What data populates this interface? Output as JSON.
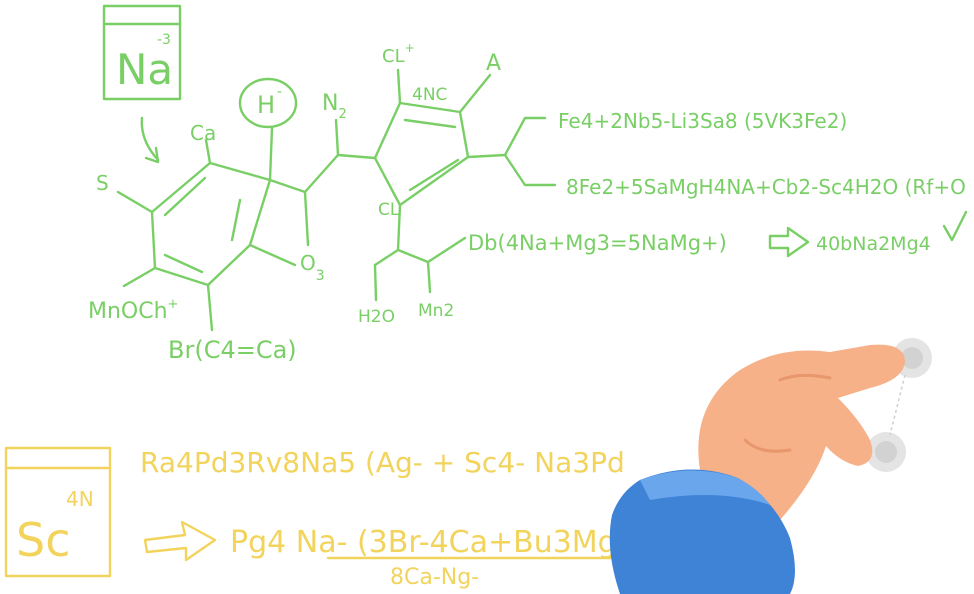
{
  "colors": {
    "green_ink": "#79cf66",
    "yellow_ink": "#f2d35c",
    "background": "#ffffff"
  },
  "green": {
    "box_na": "Na",
    "box_na_sup": "-3",
    "ca": "Ca",
    "s": "S",
    "h": "H",
    "h_sup": "-",
    "n2": "N",
    "n2_sub": "2",
    "cl_plus": "CL",
    "cl_plus_sup": "+",
    "anc": "4NC",
    "a": "A",
    "cl": "CL",
    "o3": "O",
    "o3_sub": "3",
    "h2o": "H2O",
    "mn2": "Mn2",
    "mnoch": "MnOCh",
    "mnoch_sup": "+",
    "br": "Br(C4=Ca)",
    "eq_fe": "Fe4+2Nb5-Li3Sa8 (5VK3Fe2)",
    "eq_8fe": "8Fe2+5SaMgH4NA+Cb2-Sc4H2O (Rf+O",
    "eq_db": "Db(4Na+Mg3=5NaMg+)",
    "eq_result": "40bNa2Mg4"
  },
  "yellow": {
    "box_sc": "Sc",
    "box_sc_sup": "4N",
    "eq_ra": "Ra4Pd3Rv8Na5 (Ag- + Sc4- Na3Pd",
    "eq_pg": "Pg4 Na- (3Br-4Ca+Bu3Mg-)",
    "eq_den": "8Ca-Ng-"
  },
  "icons": [
    "down-arrow-icon",
    "double-arrow-icon",
    "checkmark-icon",
    "pointing-hand-icon",
    "touch-point-icon"
  ]
}
